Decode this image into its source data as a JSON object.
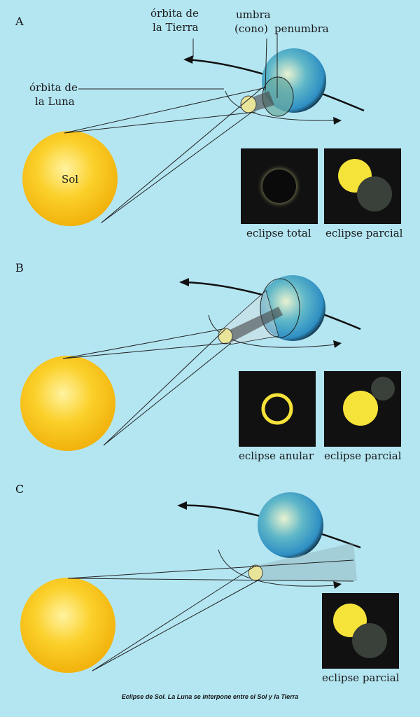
{
  "panels": [
    {
      "letter": "A",
      "sun_label": "Sol",
      "labels": {
        "earth_orbit": [
          "órbita de",
          "la Tierra"
        ],
        "umbra": [
          "umbra",
          "(cono)"
        ],
        "penumbra": "penumbra",
        "moon_orbit": [
          "órbita de",
          "la Luna"
        ]
      },
      "views": [
        "eclipse total",
        "eclipse parcial"
      ]
    },
    {
      "letter": "B",
      "views": [
        "eclipse anular",
        "eclipse parcial"
      ]
    },
    {
      "letter": "C",
      "views": [
        "eclipse parcial"
      ]
    }
  ],
  "caption": "Eclipse de Sol. La Luna se interpone entre el Sol y la Tierra",
  "colors": {
    "background": "#b4e6f2",
    "sun": "#f9c51a",
    "earth_ocean": "#3aa6d8",
    "box": "#111111"
  }
}
